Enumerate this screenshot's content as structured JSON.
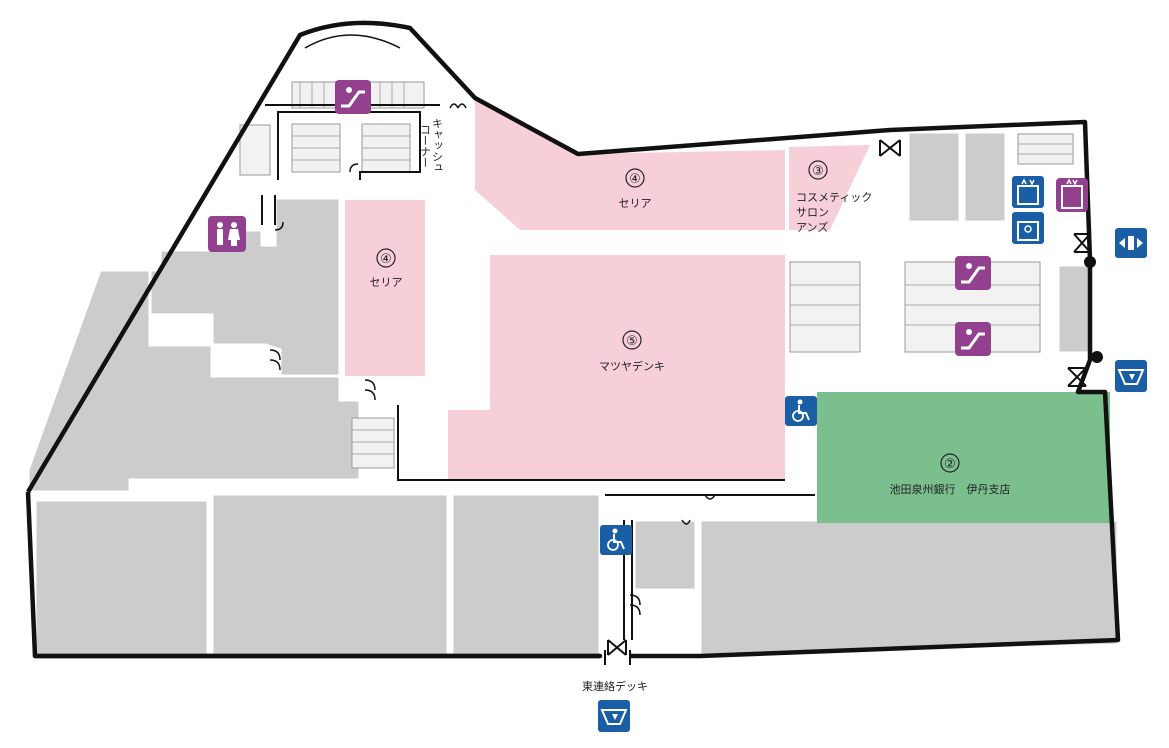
{
  "colors": {
    "tenant_pink": "#f7cfd9",
    "tenant_green": "#7bbf8f",
    "tenant_gray": "#cccccc",
    "purple_icon": "#93408f",
    "blue_icon": "#1a5ea6"
  },
  "stores": [
    {
      "number": "④",
      "name": "セリア"
    },
    {
      "number": "③",
      "name_lines": [
        "コスメティック",
        "サロン",
        "アンズ"
      ]
    },
    {
      "number": "④",
      "name": "セリア"
    },
    {
      "number": "⑤",
      "name": "マツヤデンキ"
    },
    {
      "number": "②",
      "name": "池田泉州銀行　伊丹支店"
    }
  ],
  "labels": {
    "cash_corner_lines": [
      "キャッシュ",
      "コーナー"
    ],
    "east_deck": "東連絡デッキ"
  },
  "icons": {
    "escalator": "escalator-icon",
    "toilet": "toilet-icon",
    "elevator": "elevator-icon",
    "accessible_elevator": "accessible-elevator-icon",
    "wheelchair": "wheelchair-icon",
    "direction": "direction-sign-icon",
    "entrance": "entrance-icon"
  }
}
